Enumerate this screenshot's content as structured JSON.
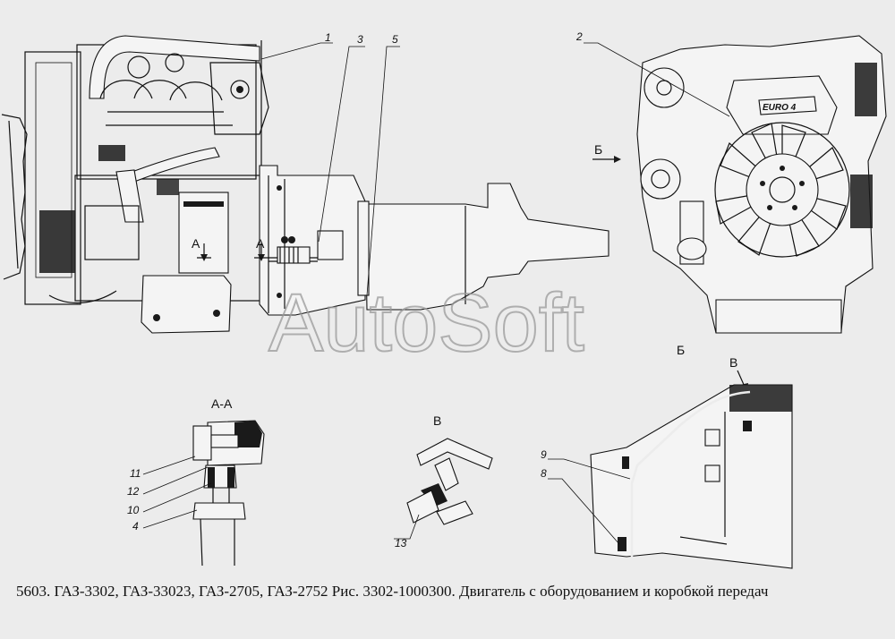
{
  "watermark": "AutoSoft",
  "badge": "EURO 4",
  "callouts": {
    "c1": "1",
    "c2": "2",
    "c3": "3",
    "c4": "4",
    "c5": "5",
    "c8": "8",
    "c9": "9",
    "c10": "10",
    "c11": "11",
    "c12": "12",
    "c13": "13"
  },
  "section_marks": {
    "a_left": "А",
    "a_right": "А",
    "b_arrow": "Б",
    "b_view": "Б",
    "aa_title": "А-А",
    "v_title": "В",
    "v_arrow": "В"
  },
  "caption": "5603. ГАЗ-3302, ГАЗ-33023, ГАЗ-2705, ГАЗ-2752 Рис. 3302-1000300. Двигатель с оборудованием и коробкой передач"
}
